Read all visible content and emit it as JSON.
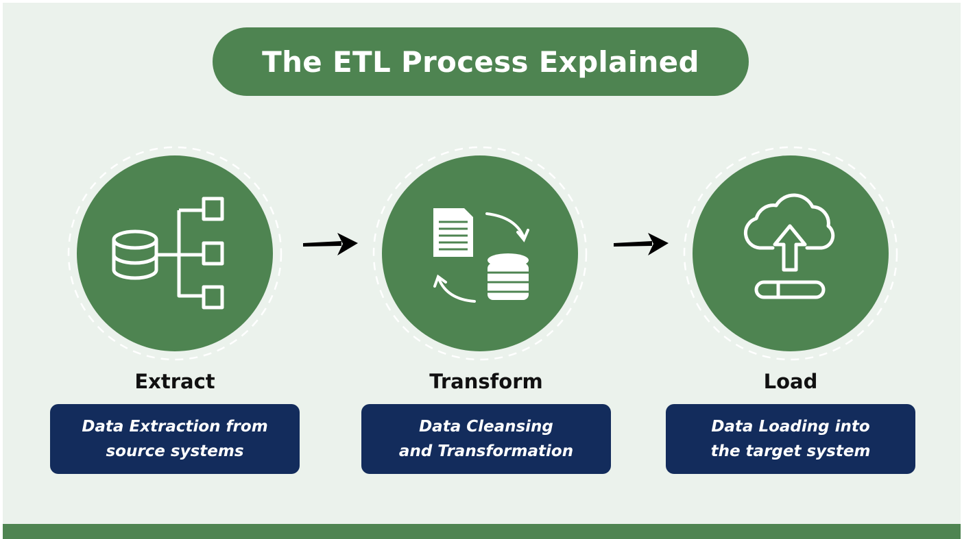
{
  "title": "The ETL Process Explained",
  "colors": {
    "green": "#4e8451",
    "navy": "#132c5c",
    "background": "#ebf2ec"
  },
  "stages": [
    {
      "name": "Extract",
      "icon": "database-hierarchy-icon",
      "description": [
        "Data Extraction from",
        "source systems"
      ]
    },
    {
      "name": "Transform",
      "icon": "document-database-cycle-icon",
      "description": [
        "Data Cleansing",
        "and Transformation"
      ]
    },
    {
      "name": "Load",
      "icon": "cloud-upload-progress-icon",
      "description": [
        "Data Loading into",
        "the target system"
      ]
    }
  ]
}
